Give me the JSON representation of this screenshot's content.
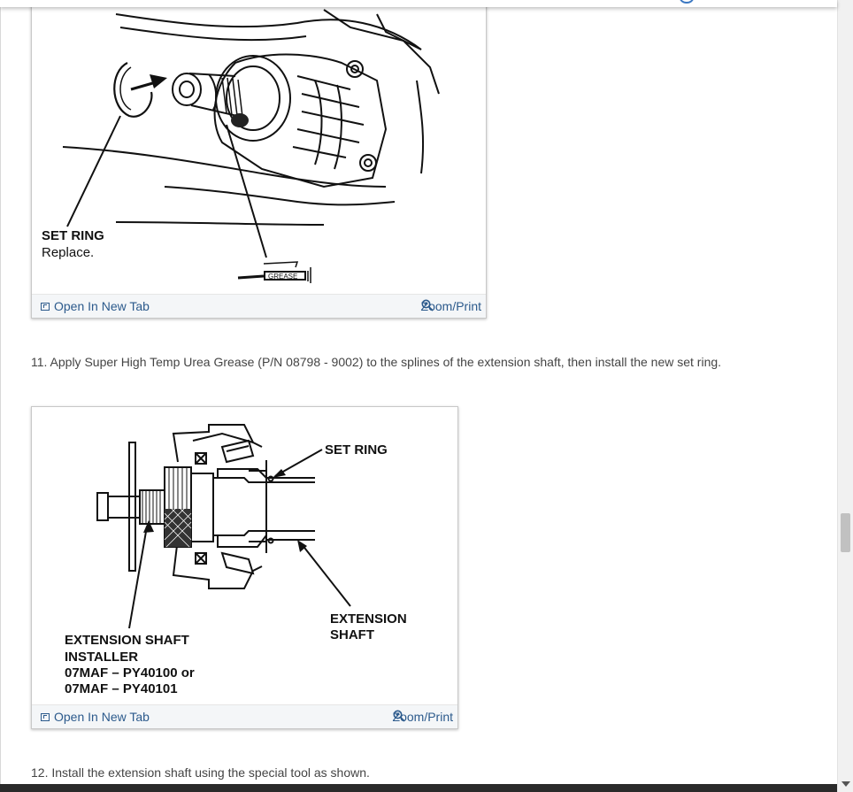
{
  "figures": [
    {
      "labels": {
        "set_ring": "SET RING",
        "replace": "Replace.",
        "grease": "GREASE"
      },
      "open_new_tab": "Open In New Tab",
      "zoom_print": "Zoom/Print"
    },
    {
      "labels": {
        "set_ring": "SET RING",
        "extension_shaft_1": "EXTENSION",
        "extension_shaft_2": "SHAFT",
        "installer_1": "EXTENSION SHAFT",
        "installer_2": "INSTALLER",
        "installer_3": "07MAF – PY40100 or",
        "installer_4": "07MAF – PY40101"
      },
      "open_new_tab": "Open In New Tab",
      "zoom_print": "Zoom/Print"
    }
  ],
  "steps": [
    "11. Apply Super High Temp Urea Grease (P/N 08798 - 9002) to the splines of the extension shaft, then install the new set ring.",
    "12. Install the extension shaft using the special tool as shown."
  ]
}
